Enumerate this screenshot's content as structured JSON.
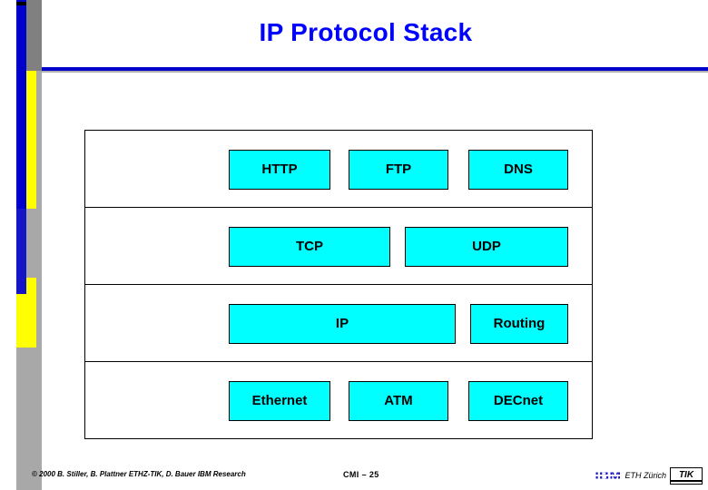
{
  "slide": {
    "title": "IP Protocol Stack"
  },
  "stack": {
    "layers": [
      {
        "name": "application-layer",
        "boxes": [
          {
            "label": "HTTP"
          },
          {
            "label": "FTP"
          },
          {
            "label": "DNS"
          }
        ]
      },
      {
        "name": "transport-layer",
        "boxes": [
          {
            "label": "TCP"
          },
          {
            "label": "UDP"
          }
        ]
      },
      {
        "name": "network-layer",
        "boxes": [
          {
            "label": "IP"
          },
          {
            "label": "Routing"
          }
        ]
      },
      {
        "name": "link-layer",
        "boxes": [
          {
            "label": "Ethernet"
          },
          {
            "label": "ATM"
          },
          {
            "label": "DECnet"
          }
        ]
      }
    ]
  },
  "footer": {
    "copyright": "© 2000  B. Stiller, B. Plattner ETHZ-TIK, D. Bauer IBM Research",
    "page": "CMI – 25",
    "ibm_logo": "IBM",
    "eth_label": "ETH Zürich",
    "tik_logo": "TIK"
  },
  "colors": {
    "title": "#0000ff",
    "box_fill": "#00ffff",
    "accent_blue": "#0000cc",
    "accent_yellow": "#ffff00",
    "accent_gray": "#a8a8a8"
  }
}
